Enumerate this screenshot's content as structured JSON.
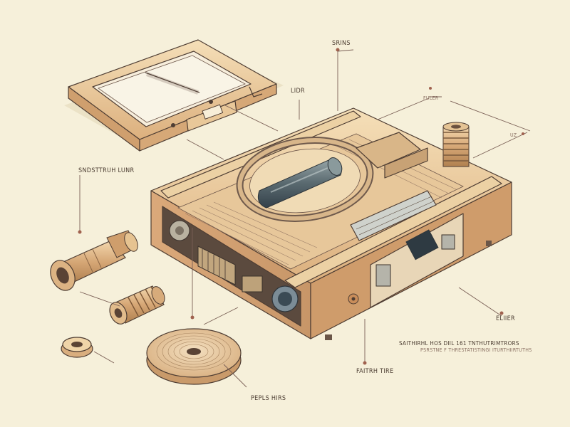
{
  "labels": {
    "strings": "SRINS",
    "lider": "LIDR",
    "fuler": "FULER",
    "small_top_right": "UZ",
    "left_label": "SNDSTTRUH LUNR",
    "right_label": "ELIIER",
    "bottom_center": "FAITRH TIRE",
    "bottom_left": "PEPLS HIRS",
    "caption_main": "SAITHIRHL HOS DIIL 161 TNTHUTRIMTRORS",
    "caption_sub": "PSRSTNE F THRESTATISTINGI ITURTHIIRTUTHS"
  },
  "colors": {
    "background": "#f6f0da",
    "wood_light": "#f0d6ac",
    "wood_mid": "#dfb583",
    "wood_dark": "#c79668",
    "metal": "#7a8a8c",
    "ink": "#4e3d33",
    "accent_dot": "#a0614e"
  },
  "icons": {
    "cartridge_tray": "cartridge-tray-icon",
    "main_unit": "exploded-console-icon",
    "spring_post": "threaded-post-icon",
    "lens_tube": "lens-tube-icon",
    "small_spring": "coil-spring-icon",
    "ring": "ring-nut-icon",
    "disc": "turntable-disc-icon"
  }
}
